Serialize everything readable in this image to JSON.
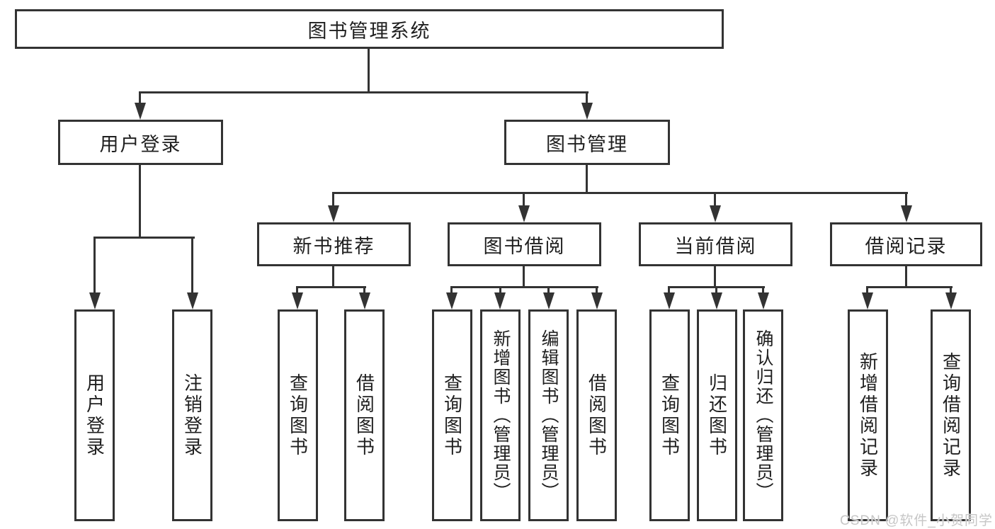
{
  "diagram_type": "hierarchy-tree",
  "colors": {
    "line": "#333333",
    "text": "#1f1f1f",
    "watermark": "#c6c6c6",
    "background": "#ffffff"
  },
  "nodes": {
    "root": "图书管理系统",
    "user_login": "用户登录",
    "book_mgmt": "图书管理",
    "new_book_rec": "新书推荐",
    "book_borrow": "图书借阅",
    "current_borrow": "当前借阅",
    "borrow_record": "借阅记录",
    "leaf_user_login": "用户登录",
    "leaf_logout": "注销登录",
    "rec_query_book": "查询图书",
    "rec_borrow_book": "借阅图书",
    "bor_query_book": "查询图书",
    "bor_add_book": "新增图书（管理员）",
    "bor_edit_book": "编辑图书（管理员）",
    "bor_borrow_book": "借阅图书",
    "cur_query_book": "查询图书",
    "cur_return_book": "归还图书",
    "cur_confirm_return": "确认归还（管理员）",
    "record_add": "新增借阅记录",
    "record_query": "查询借阅记录"
  },
  "watermark": {
    "text": "CSDN @软件_小贺同学"
  }
}
